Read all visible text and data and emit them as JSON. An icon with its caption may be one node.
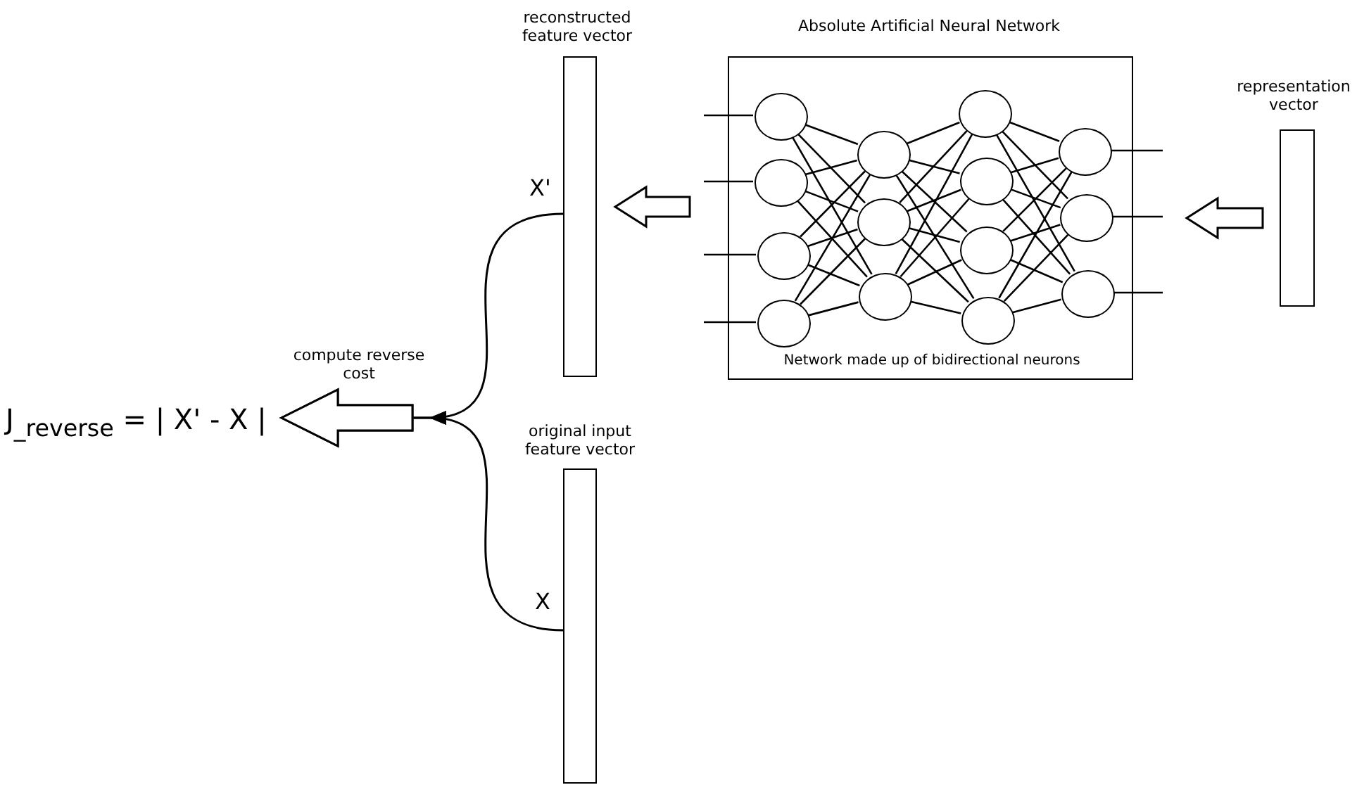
{
  "diagram": {
    "nodes": [
      {
        "text": [
          "reconstructed feature vector"
        ],
        "beside": [
          "X'"
        ]
      },
      {
        "text": [
          "Absolute Artificial Neural Network",
          "Network made up of bidirectional neurons"
        ]
      },
      {
        "text": [],
        "shape": "circle",
        "in": 1
      },
      {
        "text": [],
        "shape": "circle",
        "in": 1
      },
      {
        "text": [],
        "shape": "circle",
        "in": 1
      },
      {
        "text": [],
        "shape": "circle",
        "in": 1
      },
      {
        "text": [],
        "shape": "circle",
        "in": 1
      },
      {
        "text": [],
        "shape": "circle",
        "in": 1
      },
      {
        "text": [],
        "shape": "circle",
        "in": 1
      },
      {
        "text": [],
        "shape": "circle",
        "in": 1
      },
      {
        "text": [],
        "shape": "circle",
        "in": 1
      },
      {
        "text": [],
        "shape": "circle",
        "in": 1
      },
      {
        "text": [],
        "shape": "circle",
        "in": 1
      },
      {
        "text": [],
        "shape": "circle",
        "in": 1
      },
      {
        "text": [],
        "shape": "circle",
        "in": 1
      },
      {
        "text": [],
        "shape": "circle",
        "in": 1
      },
      {
        "text": [
          "representation vector"
        ]
      },
      {
        "text": [
          "J$_{_reverse}$ = | X' - X |"
        ]
      },
      {
        "text": [
          "original input feature vector"
        ],
        "beside": [
          "X"
        ]
      }
    ],
    "edges": [
      {
        "from": 16,
        "to": 1,
        "arrow": "to",
        "style": "thick"
      },
      {
        "from": 1,
        "to": 0,
        "arrow": "to",
        "style": "thick"
      },
      {
        "from": 0,
        "to": 17,
        "arrow": "to",
        "label": "compute reverse cost"
      },
      {
        "from": 18,
        "to": 17,
        "arrow": "to"
      },
      {
        "from": null,
        "to": 2,
        "arrow": "none"
      },
      {
        "from": null,
        "to": 3,
        "arrow": "none"
      },
      {
        "from": null,
        "to": 4,
        "arrow": "none"
      },
      {
        "from": null,
        "to": 5,
        "arrow": "none"
      },
      {
        "from": 2,
        "to": 6,
        "arrow": "none"
      },
      {
        "from": 2,
        "to": 7,
        "arrow": "none"
      },
      {
        "from": 2,
        "to": 8,
        "arrow": "none"
      },
      {
        "from": 3,
        "to": 6,
        "arrow": "none"
      },
      {
        "from": 3,
        "to": 7,
        "arrow": "none"
      },
      {
        "from": 3,
        "to": 8,
        "arrow": "none"
      },
      {
        "from": 4,
        "to": 6,
        "arrow": "none"
      },
      {
        "from": 4,
        "to": 7,
        "arrow": "none"
      },
      {
        "from": 4,
        "to": 8,
        "arrow": "none"
      },
      {
        "from": 5,
        "to": 6,
        "arrow": "none"
      },
      {
        "from": 5,
        "to": 7,
        "arrow": "none"
      },
      {
        "from": 5,
        "to": 8,
        "arrow": "none"
      },
      {
        "from": 6,
        "to": 9,
        "arrow": "none"
      },
      {
        "from": 6,
        "to": 10,
        "arrow": "none"
      },
      {
        "from": 6,
        "to": 11,
        "arrow": "none"
      },
      {
        "from": 6,
        "to": 12,
        "arrow": "none"
      },
      {
        "from": 7,
        "to": 9,
        "arrow": "none"
      },
      {
        "from": 7,
        "to": 10,
        "arrow": "none"
      },
      {
        "from": 7,
        "to": 11,
        "arrow": "none"
      },
      {
        "from": 7,
        "to": 12,
        "arrow": "none"
      },
      {
        "from": 8,
        "to": 9,
        "arrow": "none"
      },
      {
        "from": 8,
        "to": 10,
        "arrow": "none"
      },
      {
        "from": 8,
        "to": 11,
        "arrow": "none"
      },
      {
        "from": 8,
        "to": 12,
        "arrow": "none"
      },
      {
        "from": 9,
        "to": 13,
        "arrow": "none"
      },
      {
        "from": 9,
        "to": 14,
        "arrow": "none"
      },
      {
        "from": 9,
        "to": 15,
        "arrow": "none"
      },
      {
        "from": 10,
        "to": 13,
        "arrow": "none"
      },
      {
        "from": 10,
        "to": 14,
        "arrow": "none"
      },
      {
        "from": 10,
        "to": 15,
        "arrow": "none"
      },
      {
        "from": 11,
        "to": 13,
        "arrow": "none"
      },
      {
        "from": 11,
        "to": 14,
        "arrow": "none"
      },
      {
        "from": 11,
        "to": 15,
        "arrow": "none"
      },
      {
        "from": 12,
        "to": 13,
        "arrow": "none"
      },
      {
        "from": 12,
        "to": 14,
        "arrow": "none"
      },
      {
        "from": 12,
        "to": 15,
        "arrow": "none"
      },
      {
        "from": 13,
        "to": null,
        "arrow": "none"
      },
      {
        "from": 14,
        "to": null,
        "arrow": "none"
      },
      {
        "from": 15,
        "to": null,
        "arrow": "none"
      }
    ]
  }
}
